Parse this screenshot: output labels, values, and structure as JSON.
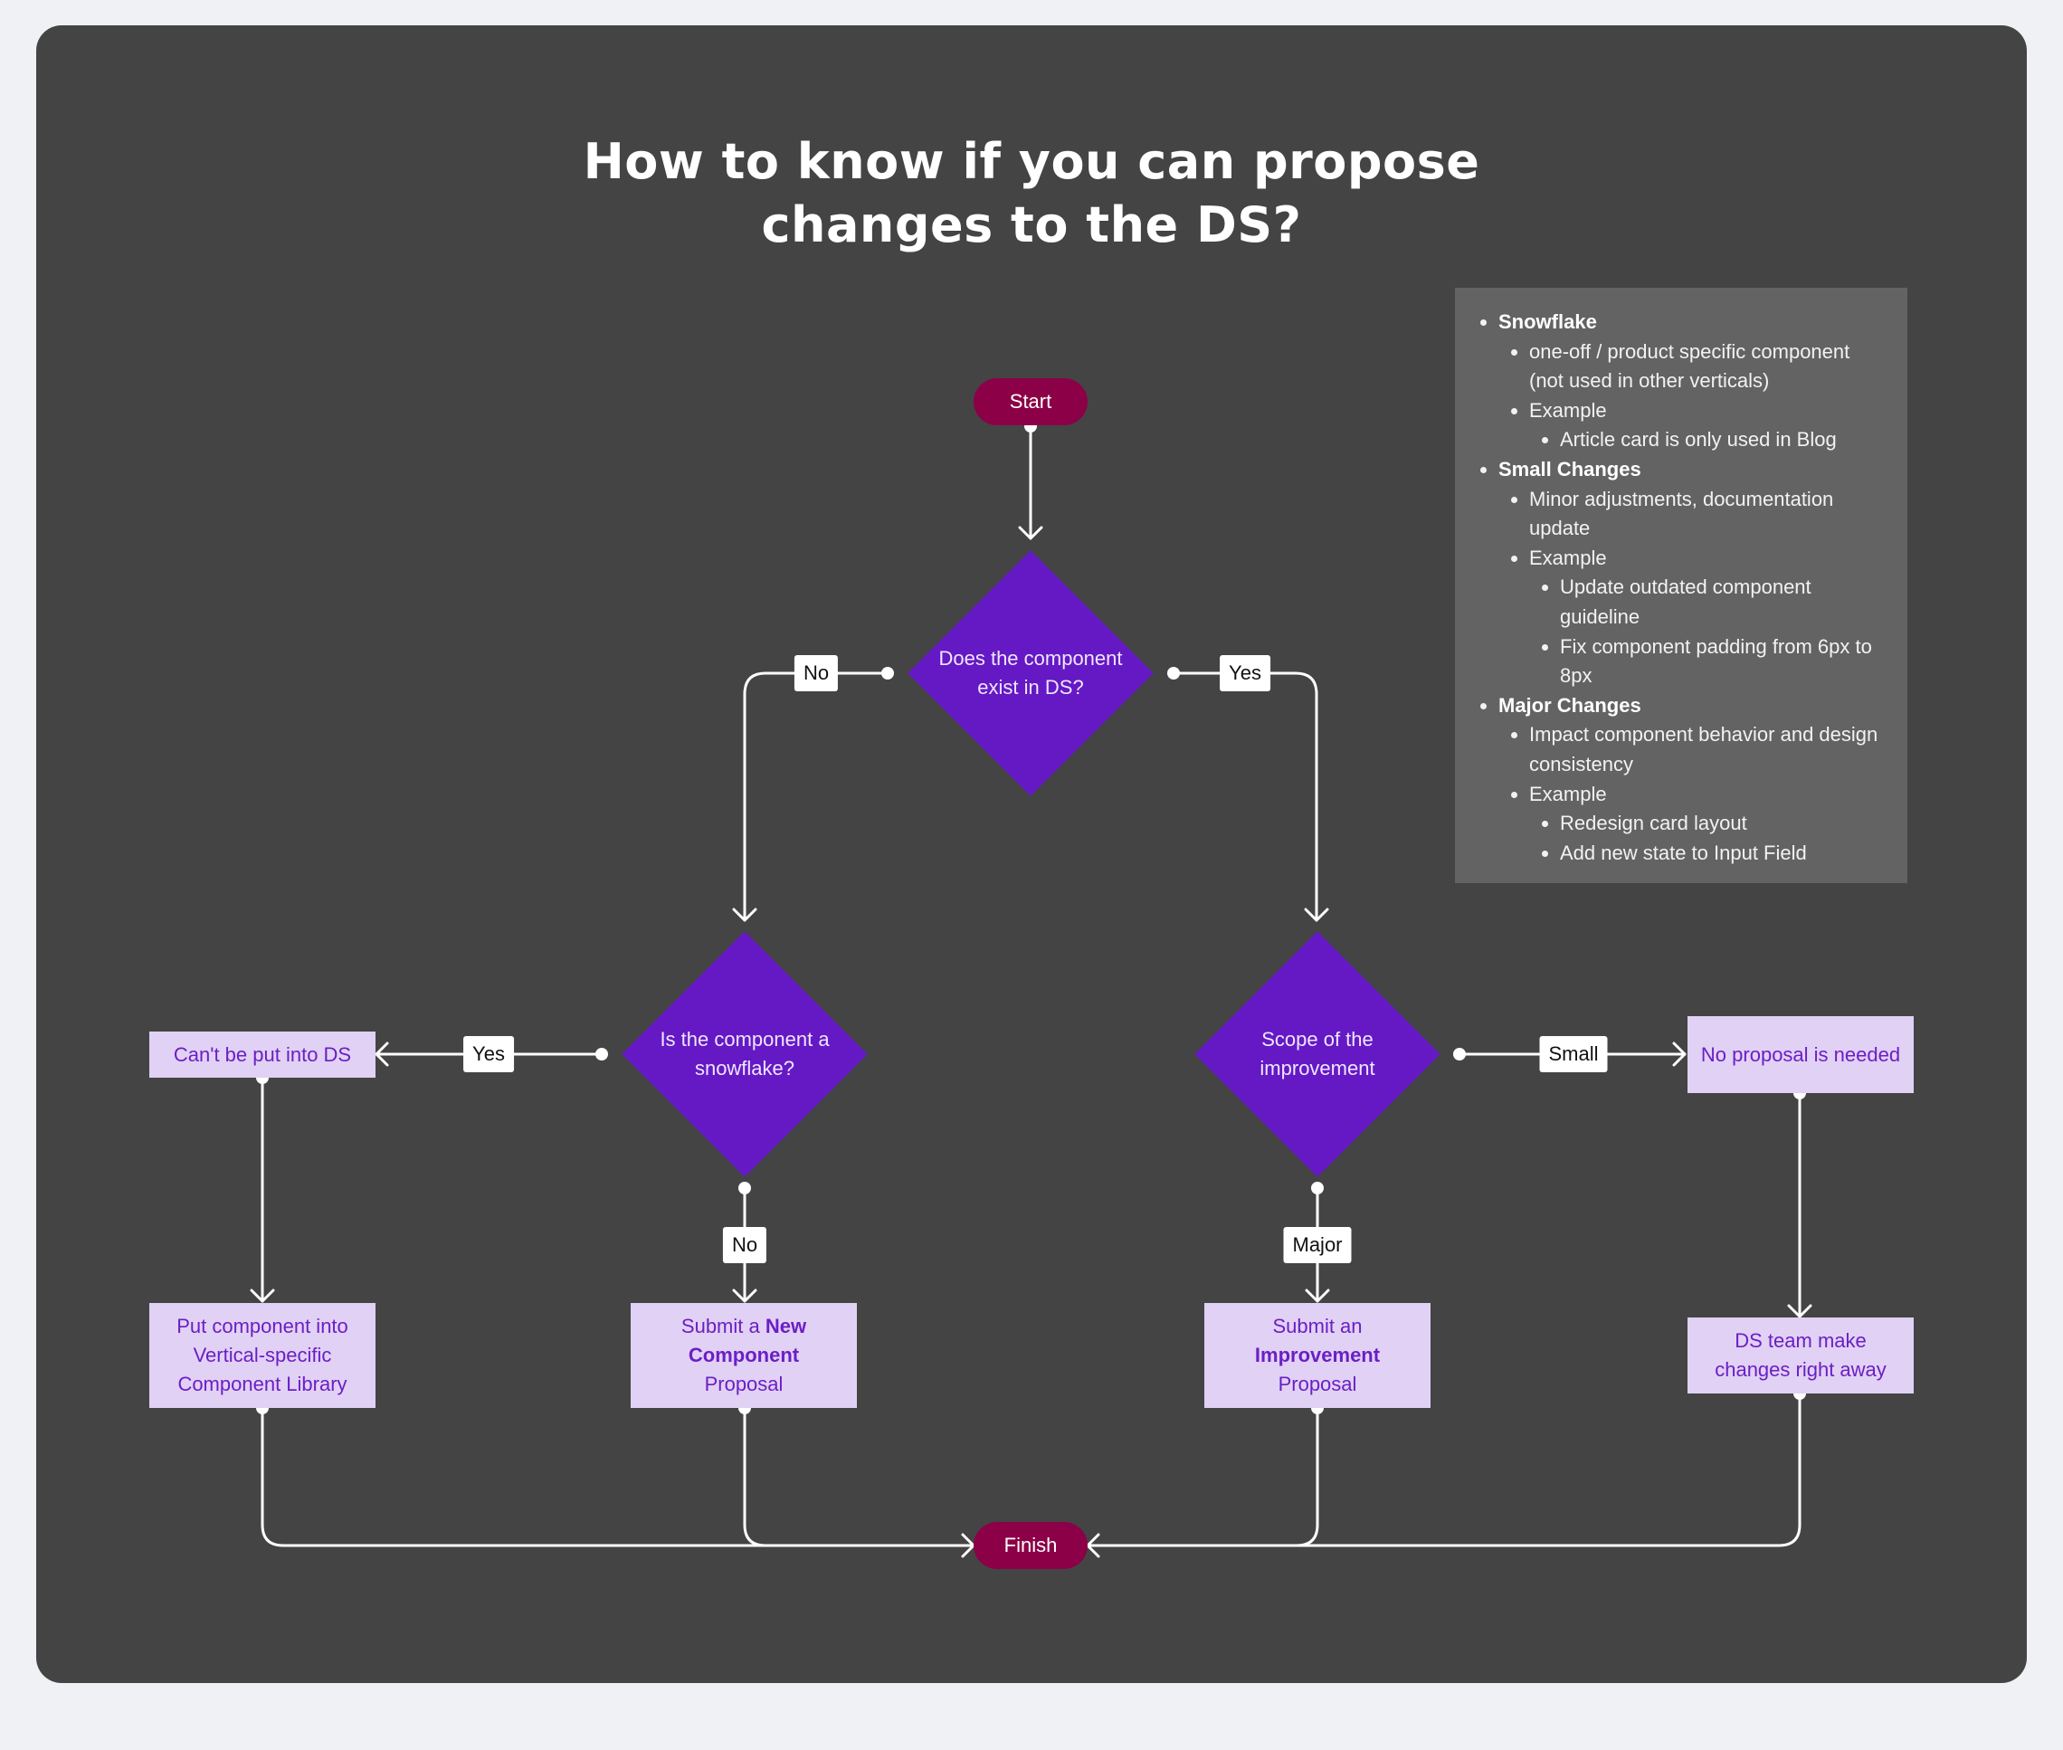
{
  "title": {
    "line1": "How to know if you can propose",
    "line2": "changes to the DS?"
  },
  "nodes": {
    "start": "Start",
    "finish": "Finish",
    "q_exists": "Does the component exist in DS?",
    "q_snowflake": "Is the component a snowflake?",
    "q_scope": "Scope of the improvement",
    "cant_put": "Can't be put into DS",
    "put_vertical": "Put component into Vertical-specific Component Library",
    "submit_new": {
      "pre": "Submit a ",
      "bold": "New Component",
      "post": "Proposal"
    },
    "submit_improvement": {
      "pre": "Submit an",
      "bold": "Improvement",
      "post": "Proposal"
    },
    "no_proposal": "No proposal is needed",
    "ds_team": "DS team make changes right away"
  },
  "edge_labels": {
    "exists_no": "No",
    "exists_yes": "Yes",
    "snowflake_yes": "Yes",
    "snowflake_no": "No",
    "scope_small": "Small",
    "scope_major": "Major"
  },
  "legend": [
    {
      "heading": "Snowflake",
      "items": [
        {
          "text": "one-off / product specific component (not used in other verticals)"
        },
        {
          "text": "Example",
          "examples": [
            "Article card is only used in Blog"
          ]
        }
      ]
    },
    {
      "heading": "Small Changes",
      "items": [
        {
          "text": "Minor adjustments, documentation update"
        },
        {
          "text": "Example",
          "examples": [
            "Update outdated component guideline",
            "Fix component padding from 6px to 8px"
          ]
        }
      ]
    },
    {
      "heading": "Major Changes",
      "items": [
        {
          "text": "Impact component behavior and design consistency"
        },
        {
          "text": "Example",
          "examples": [
            "Redesign card layout",
            "Add new state to Input Field"
          ]
        }
      ]
    }
  ],
  "colors": {
    "canvas": "#f0f1f4",
    "board": "#444444",
    "terminal": "#8b0046",
    "decision": "#6419c4",
    "process_fill": "#e1d1f5",
    "process_text": "#6b1fc4",
    "legend_bg": "#636363",
    "connector": "#ffffff"
  }
}
